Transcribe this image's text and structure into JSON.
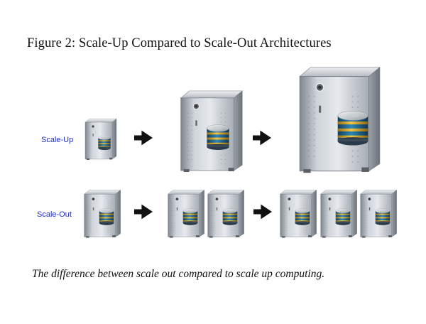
{
  "figure": {
    "title": "Figure 2: Scale-Up Compared to Scale-Out Architectures",
    "caption": "The difference between scale out compared to scale up computing."
  },
  "rows": {
    "scale_up": {
      "label": "Scale-Up",
      "stages": [
        {
          "servers": 1,
          "size": "small"
        },
        {
          "servers": 1,
          "size": "medium"
        },
        {
          "servers": 1,
          "size": "large"
        }
      ]
    },
    "scale_out": {
      "label": "Scale-Out",
      "stages": [
        {
          "servers": 1,
          "size": "small"
        },
        {
          "servers": 2,
          "size": "small"
        },
        {
          "servers": 3,
          "size": "small"
        }
      ]
    }
  },
  "icons": {
    "server": "server-tower-icon",
    "database": "database-stack-icon",
    "arrow": "right-arrow-icon"
  },
  "colors": {
    "label_text": "#1f2fc8",
    "server_body": "#b8bec6",
    "database_blue": "#1d5f86",
    "database_gold": "#d9a822",
    "arrow": "#111111"
  }
}
